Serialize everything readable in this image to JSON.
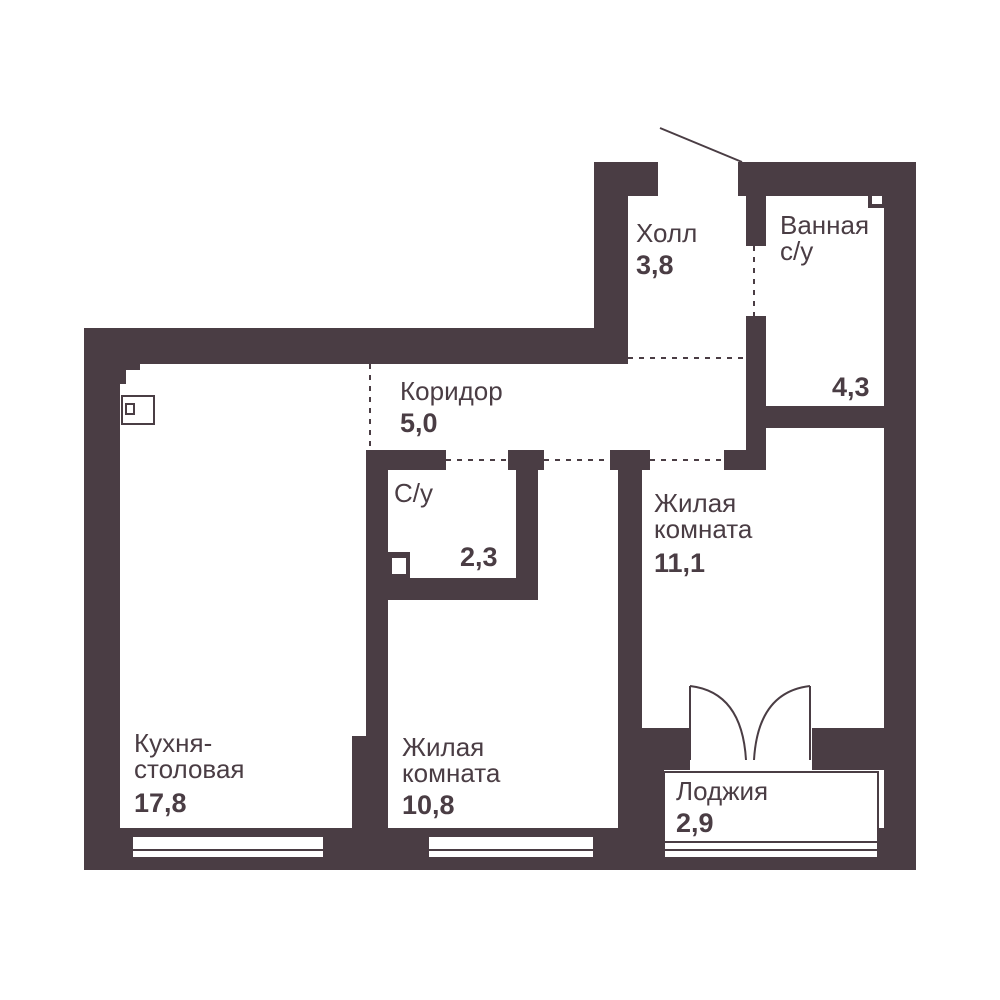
{
  "rooms": {
    "hall": {
      "name": "Холл",
      "area": "3,8"
    },
    "bathroom": {
      "name_line1": "Ванная",
      "name_line2": "с/у",
      "area": "4,3"
    },
    "corridor": {
      "name": "Коридор",
      "area": "5,0"
    },
    "wc": {
      "name": "С/у",
      "area": "2,3"
    },
    "living_right": {
      "name_line1": "Жилая",
      "name_line2": "комната",
      "area": "11,1"
    },
    "kitchen": {
      "name_line1": "Кухня-",
      "name_line2": "столовая",
      "area": "17,8"
    },
    "living_middle": {
      "name_line1": "Жилая",
      "name_line2": "комната",
      "area": "10,8"
    },
    "loggia": {
      "name": "Лоджия",
      "area": "2,9"
    }
  },
  "colors": {
    "wall": "#4a3d44",
    "background": "#ffffff"
  }
}
